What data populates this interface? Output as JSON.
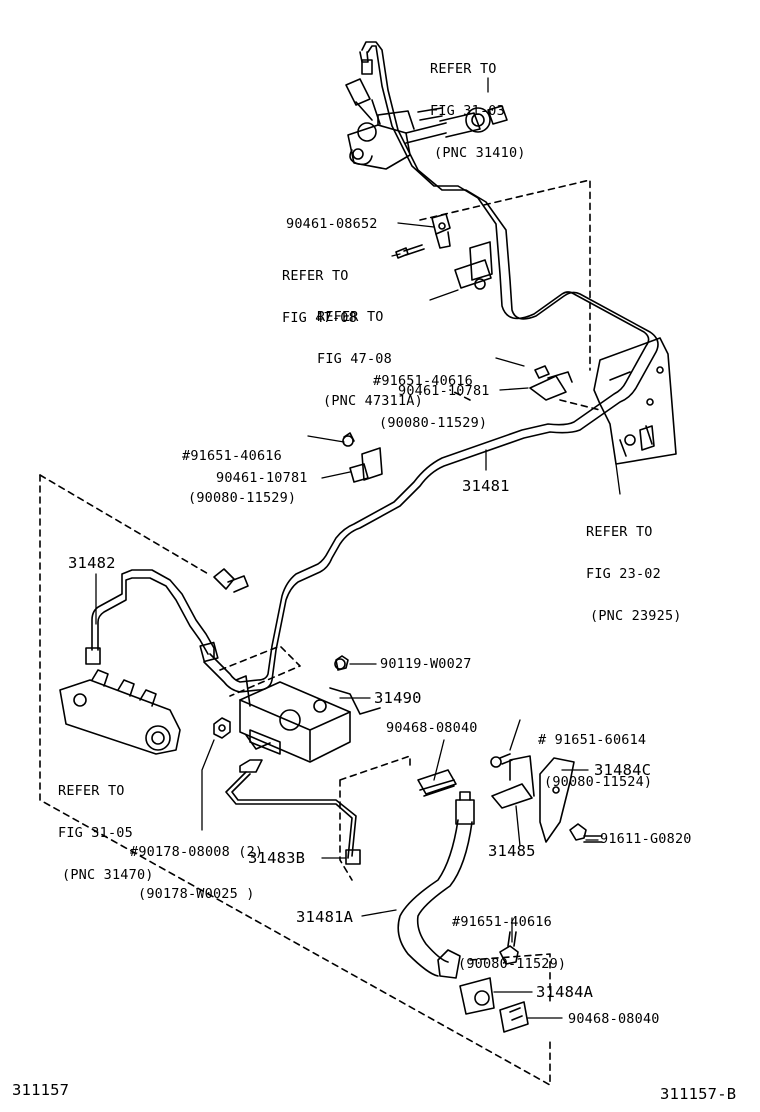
{
  "labels": {
    "ref_31_03": [
      "REFER TO",
      "FIG 31-03",
      "(PNC 31410)"
    ],
    "p90461_08652": "90461-08652",
    "ref_47_08_a": [
      "REFER TO",
      "FIG 47-08"
    ],
    "ref_47_08_b": [
      "REFER TO",
      "FIG 47-08",
      "(PNC 47311A)"
    ],
    "p91651_40616_a": [
      "#91651-40616",
      "(90080-11529)"
    ],
    "p90461_10781_a": "90461-10781",
    "p91651_40616_b": [
      "#91651-40616",
      "(90080-11529)"
    ],
    "p90461_10781_b": "90461-10781",
    "p31481": "31481",
    "ref_23_02": [
      "REFER TO",
      "FIG 23-02",
      "(PNC 23925)"
    ],
    "p31482": "31482",
    "p90119": "90119-W0027",
    "p31490": "31490",
    "ref_31_05": [
      "REFER TO",
      "FIG 31-05",
      "(PNC 31470)"
    ],
    "p90468_a": "90468-08040",
    "p91651_60614": [
      "# 91651-60614",
      "(90080-11524)"
    ],
    "p31484C": "31484C",
    "p90178": [
      "#90178-08008 (2)",
      "(90178-W0025 )"
    ],
    "p31485": "31485",
    "p91611": "91611-G0820",
    "p31483B": "31483B",
    "p91651_40616_c": [
      "#91651-40616",
      "(90080-11529)"
    ],
    "p31481A": "31481A",
    "p31484A": "31484A",
    "p90468_b": "90468-08040",
    "fig_left": "311157",
    "fig_right": "311157-B"
  }
}
